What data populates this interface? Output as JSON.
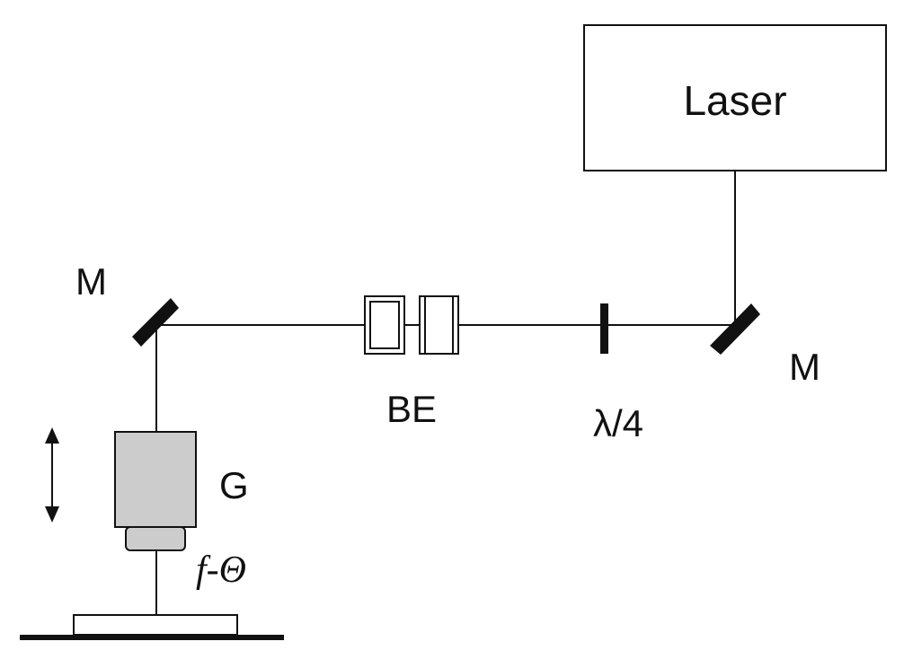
{
  "labels": {
    "laser": "Laser",
    "mirror_left": "M",
    "mirror_right": "M",
    "beam_expander": "BE",
    "quarter_wave": "λ/4",
    "galvo": "G",
    "f_theta_f": "f",
    "f_theta_rest": "-Θ"
  },
  "colors": {
    "line": "#111111",
    "galvo_fill": "#cccccc",
    "background": "#ffffff"
  }
}
